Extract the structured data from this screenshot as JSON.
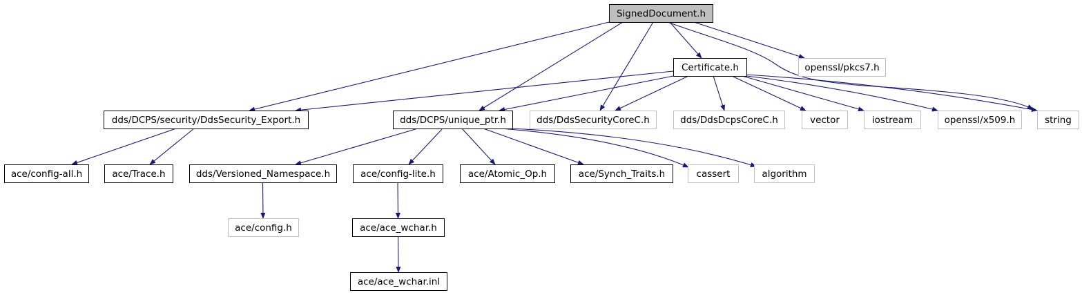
{
  "colors": {
    "edge": "#191970",
    "root_fill": "#bfbfbf",
    "documented_border": "#000000",
    "undocumented_border": "#bfbfbf",
    "text": "#000000"
  },
  "nodes": [
    {
      "id": "signeddocument_h",
      "label": "SignedDocument.h",
      "kind": "root"
    },
    {
      "id": "certificate_h",
      "label": "Certificate.h",
      "kind": "documented"
    },
    {
      "id": "openssl_pkcs7_h",
      "label": "openssl/pkcs7.h",
      "kind": "external"
    },
    {
      "id": "dds_security_export_h",
      "label": "dds/DCPS/security/DdsSecurity_Export.h",
      "kind": "documented"
    },
    {
      "id": "unique_ptr_h",
      "label": "dds/DCPS/unique_ptr.h",
      "kind": "documented"
    },
    {
      "id": "ddssecuritycorec_h",
      "label": "dds/DdsSecurityCoreC.h",
      "kind": "external"
    },
    {
      "id": "ddsdcpscorec_h",
      "label": "dds/DdsDcpsCoreC.h",
      "kind": "external"
    },
    {
      "id": "vector",
      "label": "vector",
      "kind": "external"
    },
    {
      "id": "iostream",
      "label": "iostream",
      "kind": "external"
    },
    {
      "id": "openssl_x509_h",
      "label": "openssl/x509.h",
      "kind": "external"
    },
    {
      "id": "string",
      "label": "string",
      "kind": "external"
    },
    {
      "id": "ace_config_all_h",
      "label": "ace/config-all.h",
      "kind": "documented"
    },
    {
      "id": "ace_trace_h",
      "label": "ace/Trace.h",
      "kind": "documented"
    },
    {
      "id": "versioned_namespace_h",
      "label": "dds/Versioned_Namespace.h",
      "kind": "documented"
    },
    {
      "id": "ace_config_lite_h",
      "label": "ace/config-lite.h",
      "kind": "documented"
    },
    {
      "id": "ace_atomic_op_h",
      "label": "ace/Atomic_Op.h",
      "kind": "documented"
    },
    {
      "id": "ace_synch_traits_h",
      "label": "ace/Synch_Traits.h",
      "kind": "documented"
    },
    {
      "id": "cassert",
      "label": "cassert",
      "kind": "external"
    },
    {
      "id": "algorithm",
      "label": "algorithm",
      "kind": "external"
    },
    {
      "id": "ace_config_h",
      "label": "ace/config.h",
      "kind": "external"
    },
    {
      "id": "ace_ace_wchar_h",
      "label": "ace/ace_wchar.h",
      "kind": "documented"
    },
    {
      "id": "ace_ace_wchar_inl",
      "label": "ace/ace_wchar.inl",
      "kind": "documented"
    }
  ],
  "edges": [
    {
      "from": "signeddocument_h",
      "to": "dds_security_export_h"
    },
    {
      "from": "signeddocument_h",
      "to": "unique_ptr_h"
    },
    {
      "from": "signeddocument_h",
      "to": "ddssecuritycorec_h"
    },
    {
      "from": "signeddocument_h",
      "to": "certificate_h"
    },
    {
      "from": "signeddocument_h",
      "to": "openssl_pkcs7_h"
    },
    {
      "from": "signeddocument_h",
      "to": "string"
    },
    {
      "from": "certificate_h",
      "to": "dds_security_export_h"
    },
    {
      "from": "certificate_h",
      "to": "unique_ptr_h"
    },
    {
      "from": "certificate_h",
      "to": "ddssecuritycorec_h"
    },
    {
      "from": "certificate_h",
      "to": "ddsdcpscorec_h"
    },
    {
      "from": "certificate_h",
      "to": "vector"
    },
    {
      "from": "certificate_h",
      "to": "iostream"
    },
    {
      "from": "certificate_h",
      "to": "openssl_x509_h"
    },
    {
      "from": "certificate_h",
      "to": "string"
    },
    {
      "from": "dds_security_export_h",
      "to": "ace_config_all_h"
    },
    {
      "from": "dds_security_export_h",
      "to": "ace_trace_h"
    },
    {
      "from": "unique_ptr_h",
      "to": "versioned_namespace_h"
    },
    {
      "from": "unique_ptr_h",
      "to": "ace_config_lite_h"
    },
    {
      "from": "unique_ptr_h",
      "to": "ace_atomic_op_h"
    },
    {
      "from": "unique_ptr_h",
      "to": "ace_synch_traits_h"
    },
    {
      "from": "unique_ptr_h",
      "to": "cassert"
    },
    {
      "from": "unique_ptr_h",
      "to": "algorithm"
    },
    {
      "from": "versioned_namespace_h",
      "to": "ace_config_h"
    },
    {
      "from": "ace_config_lite_h",
      "to": "ace_ace_wchar_h"
    },
    {
      "from": "ace_ace_wchar_h",
      "to": "ace_ace_wchar_inl"
    }
  ]
}
